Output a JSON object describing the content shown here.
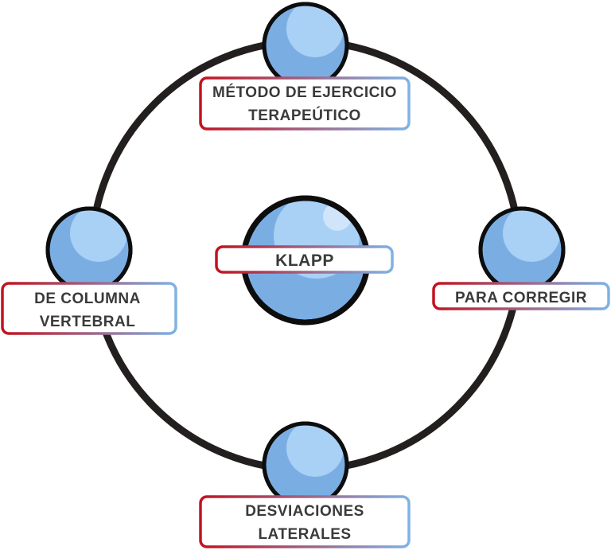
{
  "diagram": {
    "center": {
      "lines": [
        "KLAPP"
      ]
    },
    "nodes": [
      {
        "id": "top",
        "lines": [
          "MÉTODO DE EJERCICIO",
          "TERAPEÚTICO"
        ]
      },
      {
        "id": "right",
        "lines": [
          "PARA CORREGIR"
        ]
      },
      {
        "id": "bottom",
        "lines": [
          "DESVIACIONES",
          "LATERALES"
        ]
      },
      {
        "id": "left",
        "lines": [
          "DE COLUMNA",
          "VERTEBRAL"
        ]
      }
    ]
  },
  "colors": {
    "ring": "#231f1f",
    "node_fill": "#7aaee3",
    "node_highlight": "#a9d0f5",
    "node_stroke": "#0d0d0d",
    "label_border_start": "#c2121f",
    "label_border_end": "#7fb2e5",
    "label_text": "#3a3a3a",
    "background": "#ffffff"
  }
}
